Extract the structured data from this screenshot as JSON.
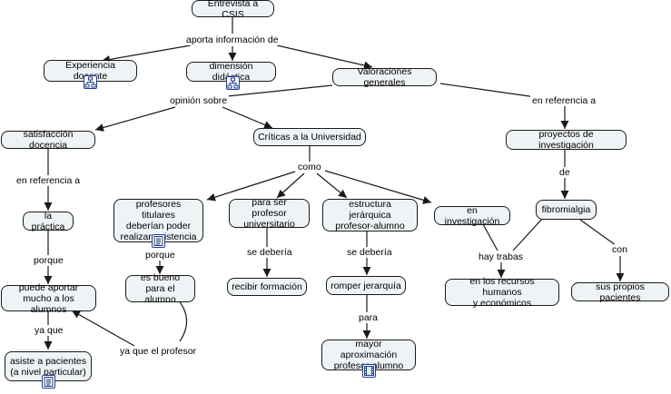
{
  "nodes": {
    "entrevista": "Entrevista a CSIS",
    "experiencia": "Experiencia docente",
    "dimension": "dimensión didáctica",
    "valoraciones": "Valoraciones generales",
    "satisfaccion": "satisfacción docencia",
    "criticas": "Críticas a la Universidad",
    "proyectos": "proyectos de investigación",
    "practica": "la práctica",
    "profesores_titulares": "profesores titulares\ndeberían poder\nrealizar asistencia",
    "ser_profesor": "para ser profesor\nuniversitario",
    "estructura": "estructura jerárquica\nprofesor-alumno",
    "investigacion": "en investigación",
    "fibromialgia": "fibromialgia",
    "es_bueno": "es bueno\npara el alumno",
    "recibir": "recibir formación",
    "romper": "romper jerarquía",
    "recursos": "en los recursos humanos\ny económicos",
    "pacientes": "sus propios pacientes",
    "aportar": "puede aportar\nmucho a los alumnos",
    "asiste": "asiste a pacientes\n(a nivel particular)",
    "mayor": "mayor aproximación\nprofesor-alumno"
  },
  "phrases": {
    "aporta": "aporta información de",
    "opinion": "opinión sobre",
    "referencia1": "en referencia a",
    "referencia2": "en referencia a",
    "como": "como",
    "de": "de",
    "porque1": "porque",
    "porque2": "porque",
    "se_deberia1": "se debería",
    "se_deberia2": "se debería",
    "hay_trabas": "hay trabas",
    "con": "con",
    "ya_que": "ya que",
    "para": "para",
    "ya_que_profesor": "ya que el profesor"
  },
  "icons": {
    "experiencia": "concept-map-icon",
    "dimension": "concept-map-icon",
    "profesores_titulares": "document-icon",
    "asiste": "document-icon",
    "mayor": "video-icon"
  },
  "colors": {
    "node_fill": "#eef3f6",
    "node_border": "#1a1a1a",
    "line": "#1a1a1a",
    "icon_border": "#1f3f99"
  }
}
